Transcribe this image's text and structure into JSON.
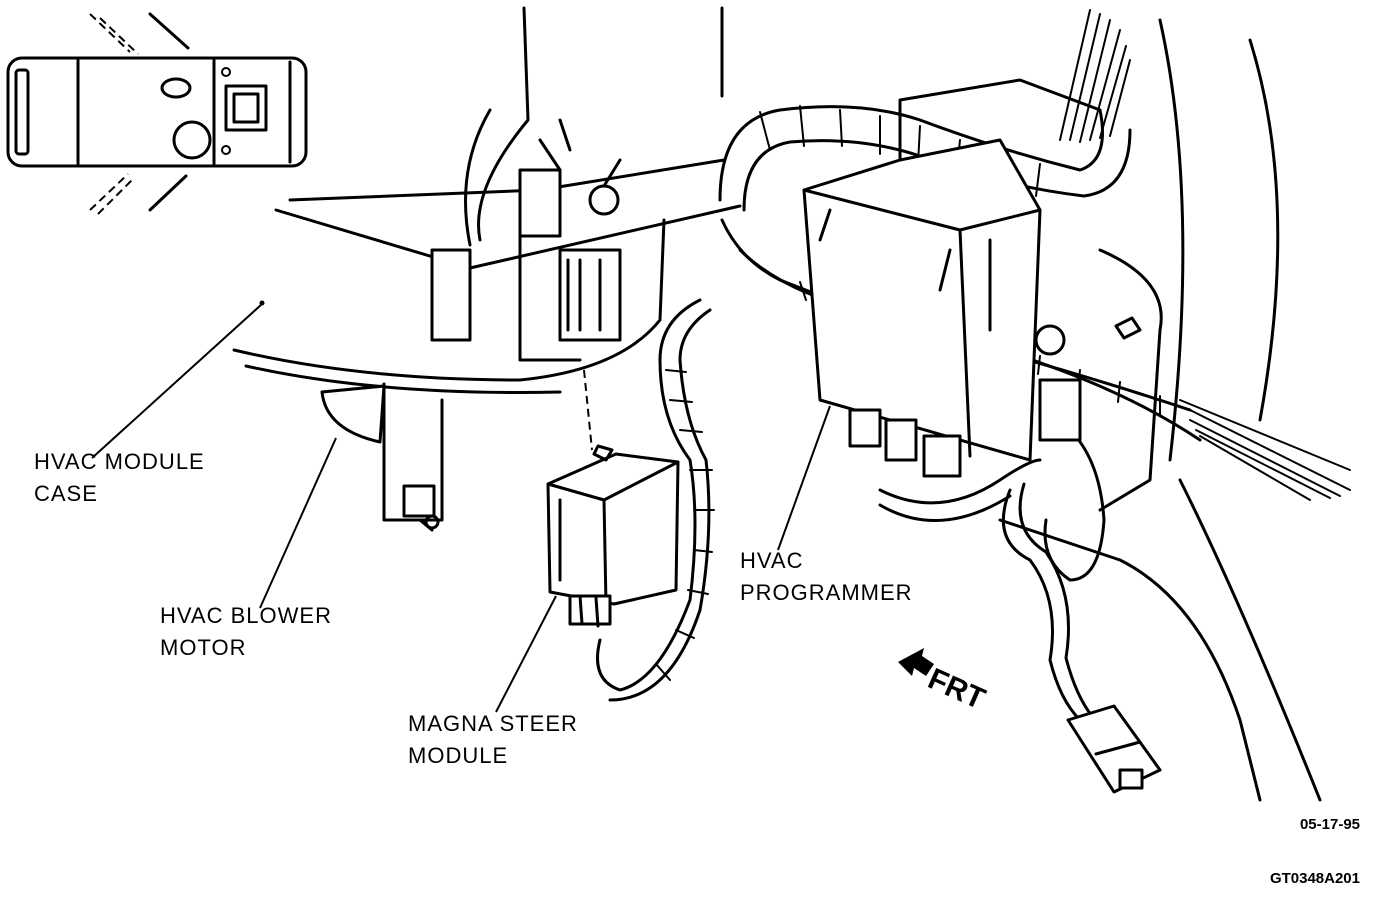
{
  "labels": {
    "hvac_module_case": "HVAC MODULE\nCASE",
    "hvac_blower_motor": "HVAC BLOWER\nMOTOR",
    "magna_steer_module": "MAGNA STEER\nMODULE",
    "hvac_programmer": "HVAC\nPROGRAMMER",
    "front_arrow": "FRT"
  },
  "figure_stamp": {
    "date": "05-17-95",
    "figure_id": "GT0348A201"
  }
}
